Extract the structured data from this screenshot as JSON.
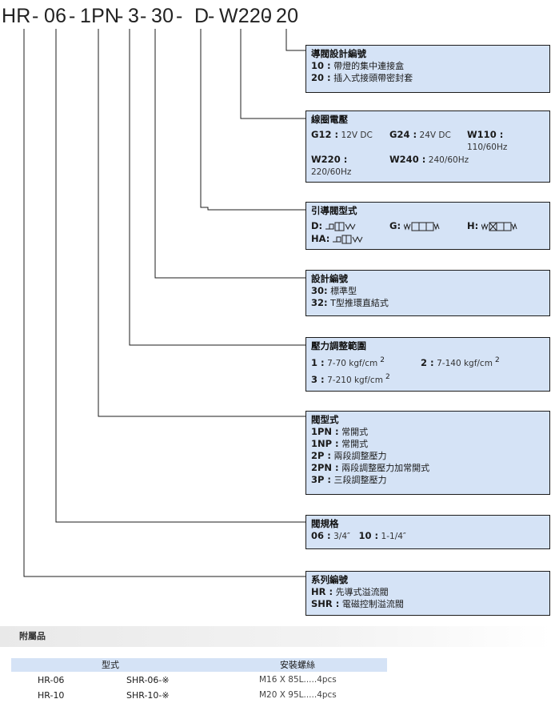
{
  "model_code": {
    "parts": [
      "HR",
      "-",
      "06",
      "-",
      "1PN",
      "-",
      "3",
      "-",
      "30",
      "-",
      "D",
      "-",
      "W220",
      "-",
      "20"
    ]
  },
  "boxes": {
    "design_number": {
      "title": "導閥設計編號",
      "lines": [
        {
          "code": "10 :",
          "text": "帶燈的集中連接盒"
        },
        {
          "code": "20 :",
          "text": "插入式接頭帶密封套"
        }
      ]
    },
    "coil_voltage": {
      "title": "線圈電壓",
      "items": [
        {
          "code": "G12 :",
          "text": "12V DC"
        },
        {
          "code": "G24 :",
          "text": "24V DC"
        },
        {
          "code": "W110 :",
          "text": "110/60Hz"
        },
        {
          "code": "W220 :",
          "text": "220/60Hz"
        },
        {
          "code": "W240 :",
          "text": "240/60Hz"
        }
      ]
    },
    "pilot_valve_type": {
      "title": "引導閥型式",
      "items": [
        {
          "code": "D:",
          "symbol": "pilot-symbol-d"
        },
        {
          "code": "G:",
          "symbol": "pilot-symbol-g"
        },
        {
          "code": "H:",
          "symbol": "pilot-symbol-h"
        },
        {
          "code": "HA:",
          "symbol": "pilot-symbol-ha"
        }
      ]
    },
    "design_code": {
      "title": "設計編號",
      "lines": [
        {
          "code": "30:",
          "text": "標準型"
        },
        {
          "code": "32:",
          "text": "T型推環直結式"
        }
      ]
    },
    "pressure_range": {
      "title": "壓力調整範圍",
      "items": [
        {
          "code": "1 :",
          "text": "7-70 kgf/cm",
          "sup": "2"
        },
        {
          "code": "2 :",
          "text": "7-140 kgf/cm",
          "sup": "2"
        },
        {
          "code": "3 :",
          "text": "7-210 kgf/cm",
          "sup": "2"
        }
      ]
    },
    "valve_type": {
      "title": "閥型式",
      "lines": [
        {
          "code": "1PN :",
          "text": "常開式"
        },
        {
          "code": "1NP :",
          "text": "常開式"
        },
        {
          "code": "2P :",
          "text": "兩段調整壓力"
        },
        {
          "code": "2PN :",
          "text": "兩段調整壓力加常開式"
        },
        {
          "code": "3P :",
          "text": "三段調整壓力"
        }
      ]
    },
    "valve_size": {
      "title": "閥規格",
      "items": [
        {
          "code": "06 :",
          "text": "3/4″"
        },
        {
          "code": "10 :",
          "text": "1-1/4″"
        }
      ]
    },
    "series": {
      "title": "系列編號",
      "lines": [
        {
          "code": "HR :",
          "text": "先導式溢流閥"
        },
        {
          "code": "SHR :",
          "text": "電磁控制溢流閥"
        }
      ]
    }
  },
  "accessories": {
    "title": "附屬品",
    "headers": [
      "型式",
      "安裝螺絲"
    ],
    "rows": [
      {
        "model": "HR-06",
        "sub": "SHR-06-※",
        "screw": "M16 X 85L.....4pcs"
      },
      {
        "model": "HR-10",
        "sub": "SHR-10-※",
        "screw": "M20 X 95L.....4pcs"
      }
    ]
  },
  "colors": {
    "box_fill": "#d5e3f6",
    "line": "#1c1c1c"
  }
}
